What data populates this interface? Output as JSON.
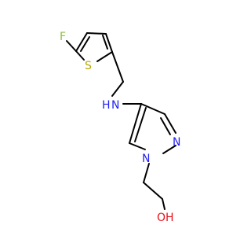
{
  "molecule": {
    "atoms": {
      "fluorine": "F",
      "sulfur": "S",
      "amine_n": "N",
      "amine_h": "H",
      "pyrazole_n2": "N",
      "pyrazole_n1": "N",
      "hydroxyl": "OH"
    },
    "colors": {
      "bond": "#000000",
      "F": "#8fbf3f",
      "S": "#b7a800",
      "N": "#2121f2",
      "O": "#e8101a"
    }
  }
}
